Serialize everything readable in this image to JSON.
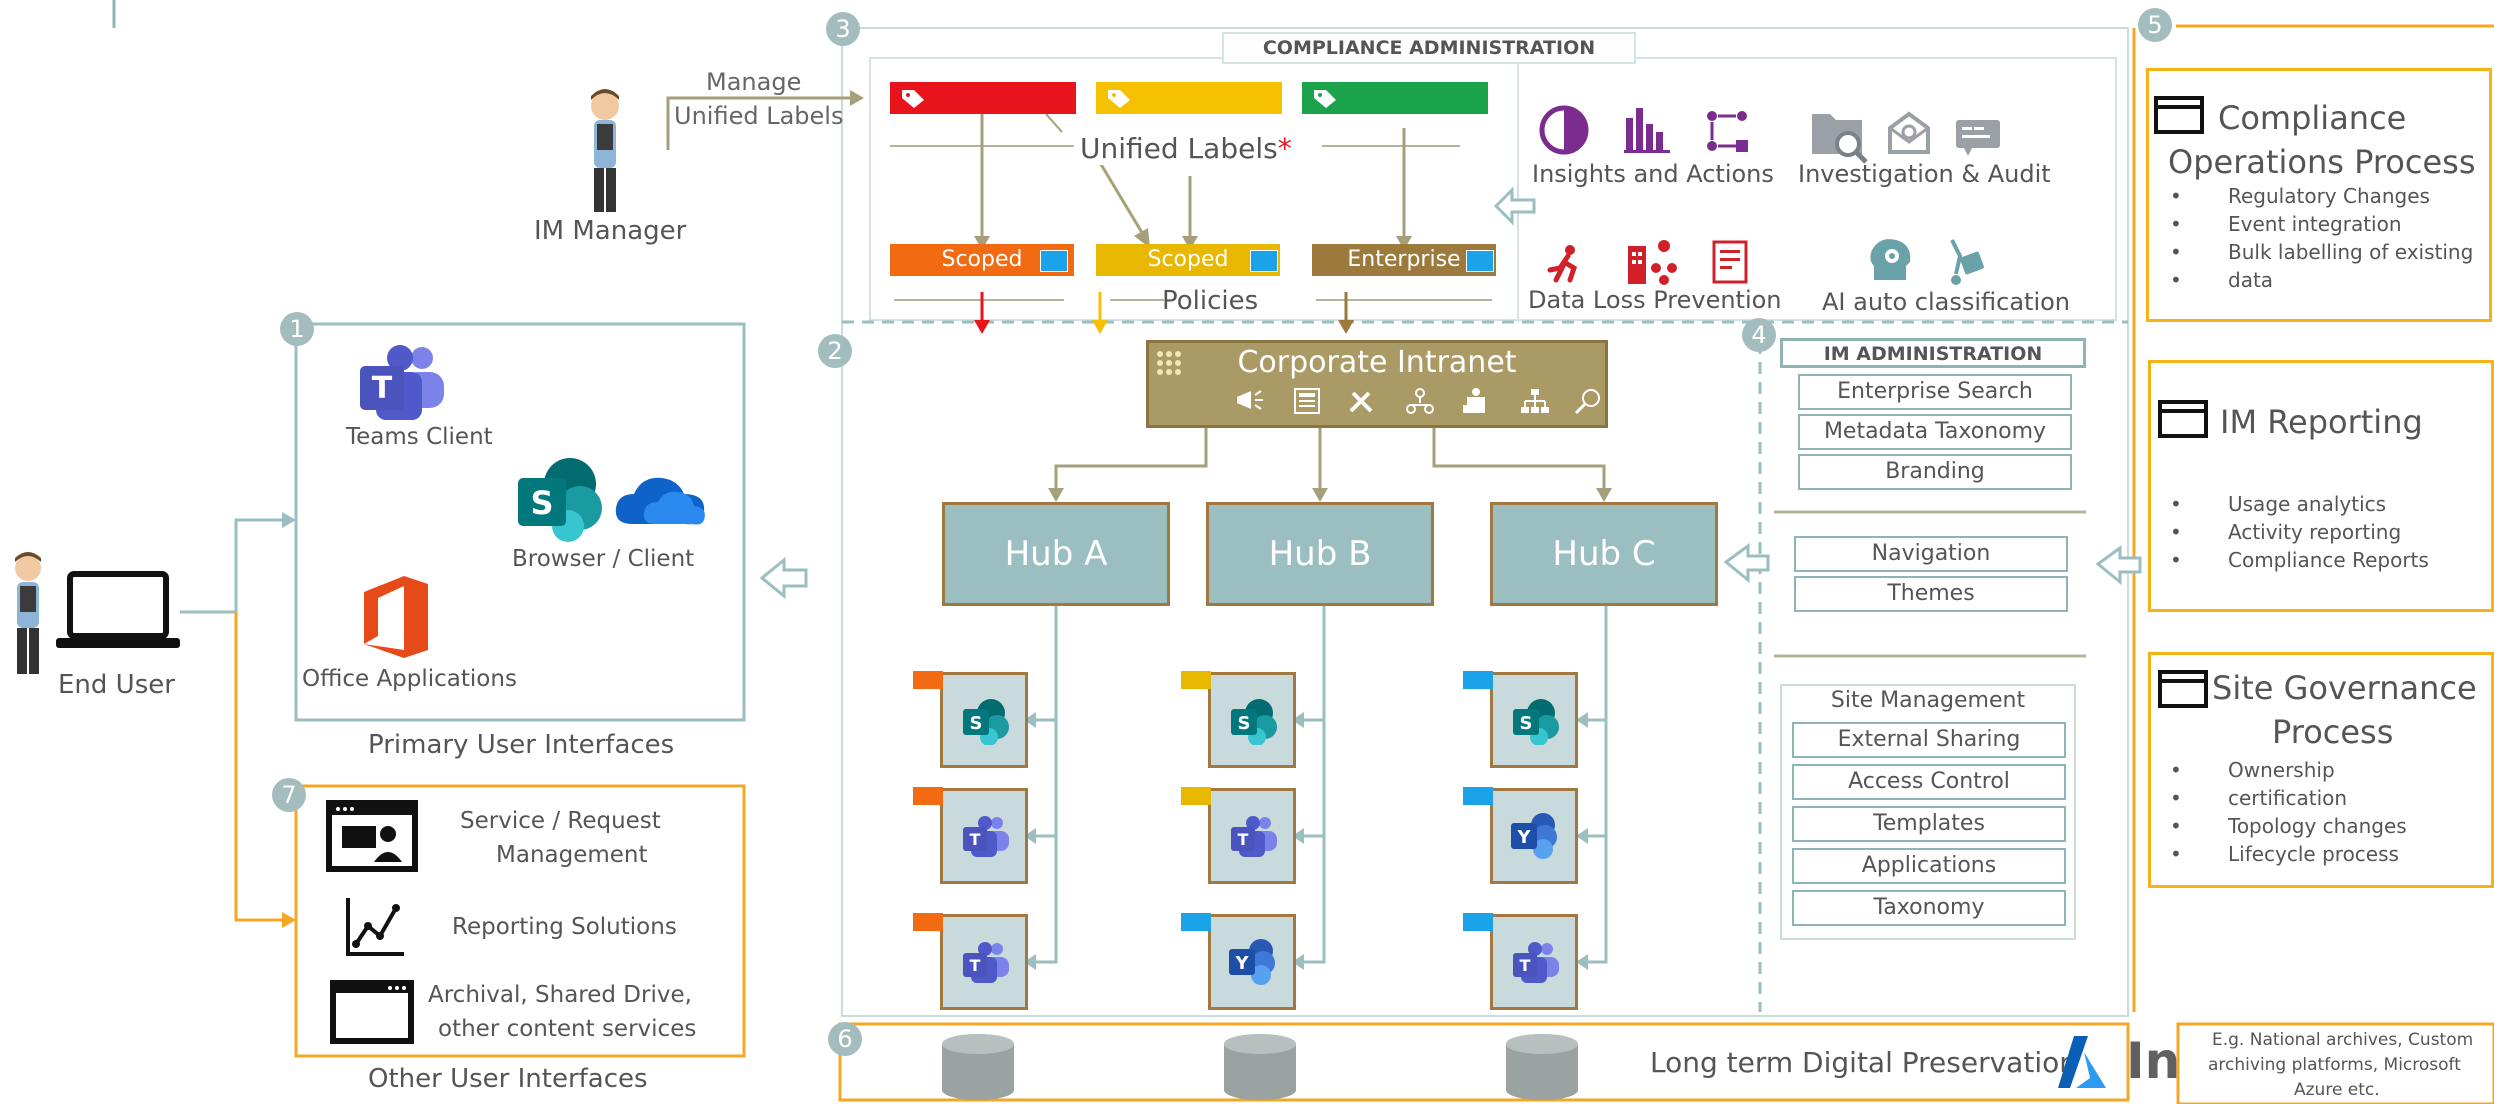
{
  "sections": {
    "s1": "1",
    "s2": "2",
    "s3": "3",
    "s4": "4",
    "s5": "5",
    "s6": "6",
    "s7": "7"
  },
  "im_manager": {
    "name": "IM Manager",
    "action_line1": "Manage",
    "action_line2": "Unified Labels"
  },
  "end_user": {
    "name": "End User"
  },
  "compliance_admin": {
    "title": "COMPLIANCE ADMINISTRATION",
    "unified_labels": "Unified Labels",
    "asterisk": "*",
    "policies": "Policies",
    "policy_bars": [
      "Scoped",
      "Scoped",
      "Enterprise"
    ],
    "insights": "Insights and  Actions",
    "investigation": "Investigation & Audit",
    "dlp": "Data Loss Prevention",
    "ai": "AI auto classification"
  },
  "primary": {
    "title": "Primary User Interfaces",
    "teams": "Teams Client",
    "browser": "Browser / Client",
    "office": "Office Applications"
  },
  "other": {
    "title": "Other User Interfaces",
    "service_line1": "Service / Request",
    "service_line2": "Management",
    "reporting": "Reporting Solutions",
    "archival_line1": "Archival, Shared Drive,",
    "archival_line2": "other content services"
  },
  "intranet": {
    "title": "Corporate Intranet",
    "hubs": [
      "Hub A",
      "Hub B",
      "Hub C"
    ]
  },
  "im_admin": {
    "title": "IM ADMINISTRATION",
    "group1": [
      "Enterprise Search",
      "Metadata Taxonomy",
      "Branding"
    ],
    "group2": [
      "Navigation",
      "Themes"
    ],
    "site_mgmt_title": "Site Management",
    "site_mgmt": [
      "External Sharing",
      "Access Control",
      "Templates",
      "Applications",
      "Taxonomy"
    ]
  },
  "governance": {
    "compliance_ops": {
      "title_line1": "Compliance",
      "title_line2": "Operations Process",
      "items": [
        "Regulatory Changes",
        "Event integration",
        "Bulk labelling of existing",
        "data"
      ]
    },
    "im_reporting": {
      "title": "IM Reporting",
      "items": [
        "Usage analytics",
        "Activity reporting",
        "Compliance Reports"
      ]
    },
    "site_gov": {
      "title_line1": "Site Governance",
      "title_line2": "Process",
      "items": [
        "Ownership",
        "certification",
        "Topology changes",
        "Lifecycle process"
      ]
    }
  },
  "preservation": {
    "title": "Long term Digital Preservation",
    "partial_text": "In",
    "note_line1": "E.g. National archives, Custom",
    "note_line2": "archiving platforms, Microsoft",
    "note_line3": "Azure etc."
  },
  "colors": {
    "teal": "#9bbec0",
    "brown": "#a07840",
    "orange": "#f5a623",
    "label_red": "#e8141c",
    "label_yellow": "#f5c000",
    "label_green": "#1aa34a",
    "policy_orange": "#f26b12",
    "policy_yellow": "#e8b800",
    "policy_brown": "#9c7a3c"
  },
  "icons": [
    "teams-icon",
    "sharepoint-icon",
    "onedrive-icon",
    "office-icon",
    "laptop-icon",
    "yammer-icon",
    "database-icon",
    "azure-icon",
    "insights-icon",
    "investigation-icon",
    "dlp-icon",
    "ai-icon"
  ]
}
